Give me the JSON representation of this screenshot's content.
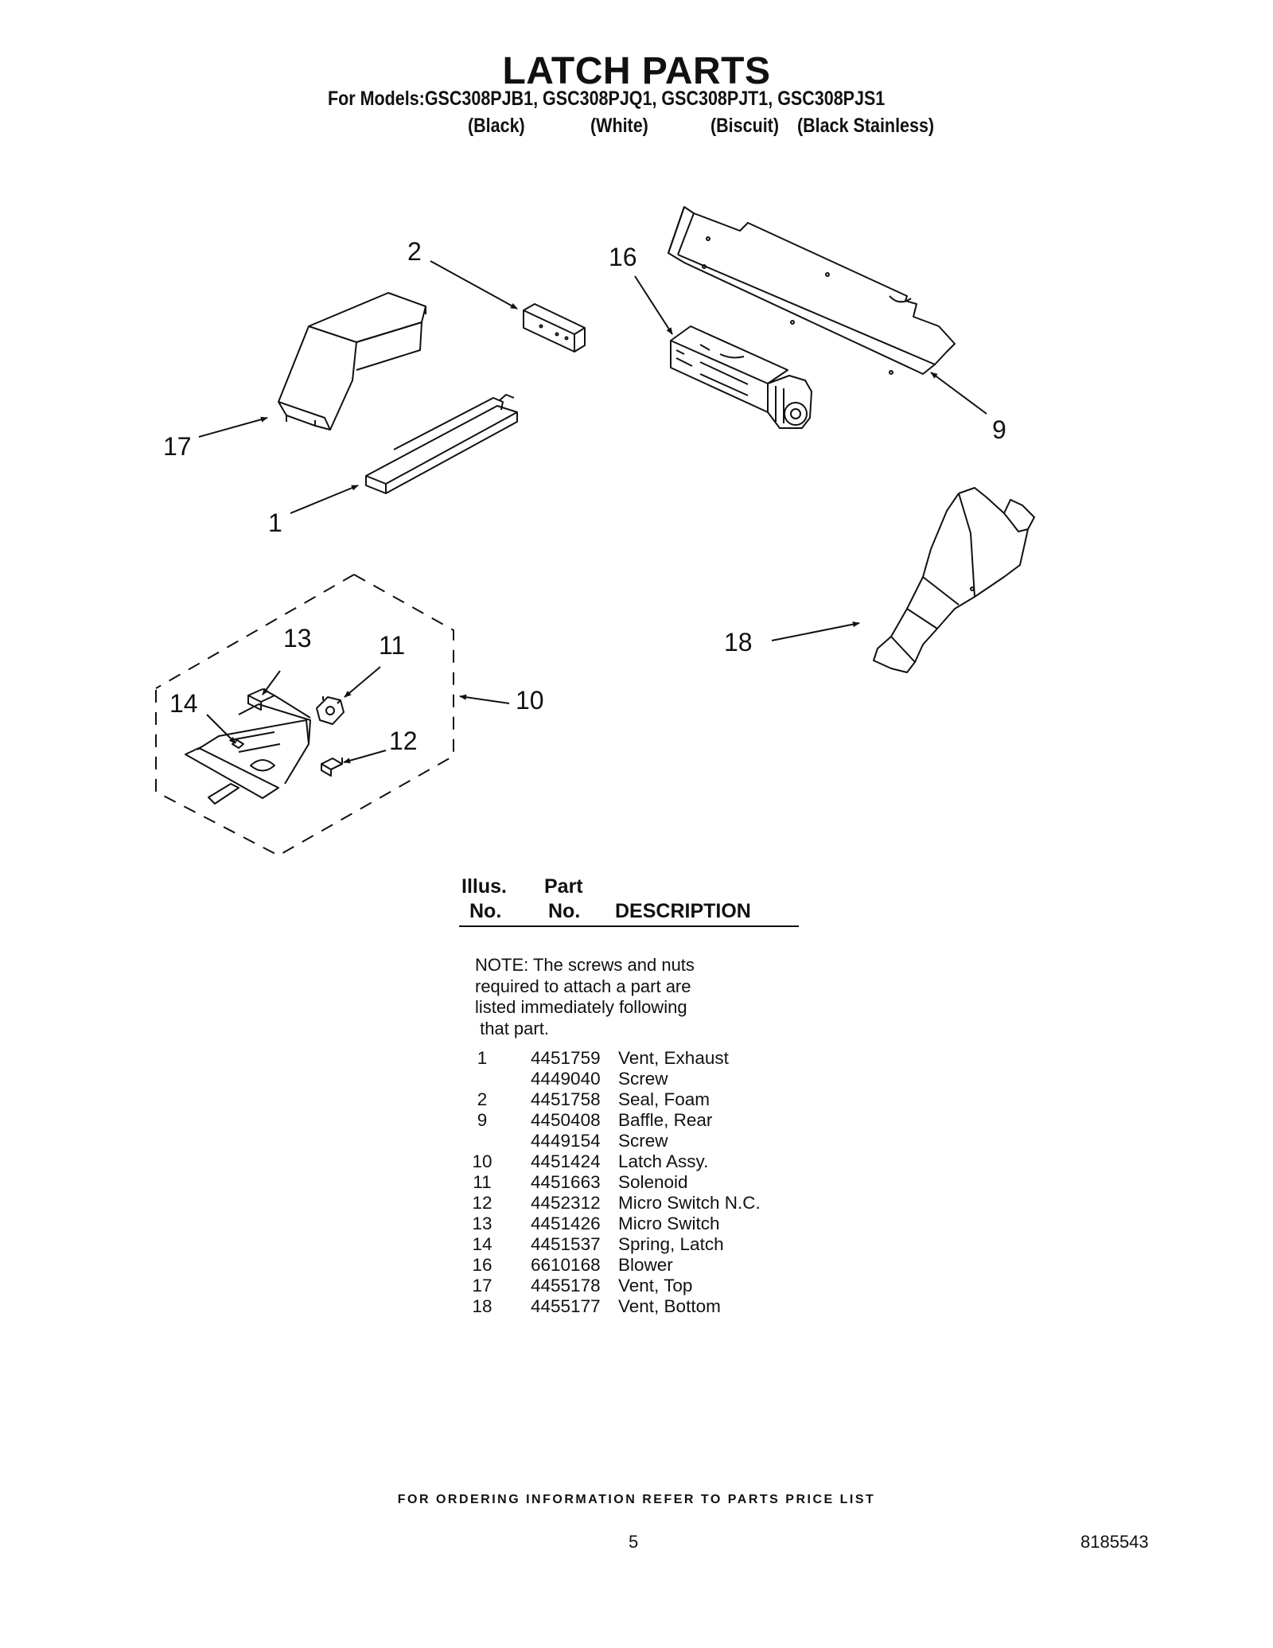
{
  "header": {
    "title": "LATCH PARTS",
    "models_line": "For Models:GSC308PJB1, GSC308PJQ1, GSC308PJT1, GSC308PJS1",
    "finishes": [
      "(Black)",
      "(White)",
      "(Biscuit)",
      "(Black Stainless)"
    ]
  },
  "diagram": {
    "callouts": [
      "2",
      "16",
      "17",
      "9",
      "1",
      "18",
      "13",
      "11",
      "14",
      "10",
      "12"
    ]
  },
  "table": {
    "header_illus_line1": "Illus.",
    "header_illus_line2": "No.",
    "header_part_line1": "Part",
    "header_part_line2": "No.",
    "header_description": "DESCRIPTION",
    "note_lines": [
      "NOTE: The screws and nuts",
      "required to attach a part are",
      "listed immediately following",
      " that part."
    ],
    "rows": [
      {
        "illus": "1",
        "part": "4451759",
        "desc": "Vent, Exhaust"
      },
      {
        "illus": "",
        "part": "4449040",
        "desc": "Screw"
      },
      {
        "illus": "2",
        "part": "4451758",
        "desc": "Seal, Foam"
      },
      {
        "illus": "9",
        "part": "4450408",
        "desc": "Baffle, Rear"
      },
      {
        "illus": "",
        "part": "4449154",
        "desc": "Screw"
      },
      {
        "illus": "10",
        "part": "4451424",
        "desc": "Latch Assy."
      },
      {
        "illus": "11",
        "part": "4451663",
        "desc": "Solenoid"
      },
      {
        "illus": "12",
        "part": "4452312",
        "desc": "Micro Switch N.C."
      },
      {
        "illus": "13",
        "part": "4451426",
        "desc": "Micro Switch"
      },
      {
        "illus": "14",
        "part": "4451537",
        "desc": "Spring, Latch"
      },
      {
        "illus": "16",
        "part": "6610168",
        "desc": "Blower"
      },
      {
        "illus": "17",
        "part": "4455178",
        "desc": "Vent, Top"
      },
      {
        "illus": "18",
        "part": "4455177",
        "desc": "Vent, Bottom"
      }
    ]
  },
  "footer": {
    "ordering_info": "FOR ORDERING INFORMATION REFER TO PARTS PRICE LIST",
    "page_number": "5",
    "document_number": "8185543"
  }
}
